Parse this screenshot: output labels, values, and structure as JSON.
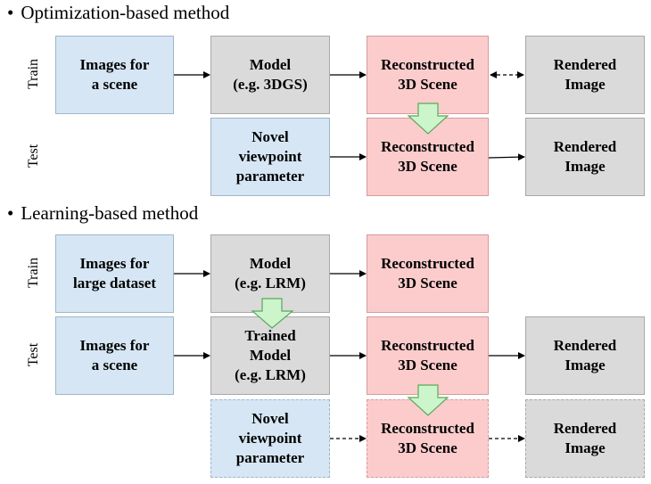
{
  "sections": {
    "optimization": {
      "heading": "Optimization-based method",
      "train_label": "Train",
      "test_label": "Test",
      "train": {
        "input": "Images for\na scene",
        "model": "Model\n(e.g. 3DGS)",
        "scene": "Reconstructed\n3D Scene",
        "output": "Rendered\nImage"
      },
      "test": {
        "input": "Novel\nviewpoint\nparameter",
        "scene": "Reconstructed\n3D Scene",
        "output": "Rendered\nImage"
      }
    },
    "learning": {
      "heading": "Learning-based method",
      "train_label": "Train",
      "test_label": "Test",
      "train": {
        "input": "Images for\nlarge dataset",
        "model": "Model\n(e.g. LRM)",
        "scene": "Reconstructed\n3D Scene"
      },
      "test": {
        "input": "Images for\na scene",
        "model": "Trained\nModel\n(e.g. LRM)",
        "scene": "Reconstructed\n3D Scene",
        "output": "Rendered\nImage"
      },
      "render": {
        "input": "Novel\nviewpoint\nparameter",
        "scene": "Reconstructed\n3D Scene",
        "output": "Rendered\nImage"
      }
    }
  },
  "colors": {
    "input_fill": "#d6e6f4",
    "model_fill": "#dadada",
    "scene_fill": "#fccccc",
    "transfer_arrow_fill": "#ccf5cc",
    "transfer_arrow_stroke": "#5aa85a"
  }
}
